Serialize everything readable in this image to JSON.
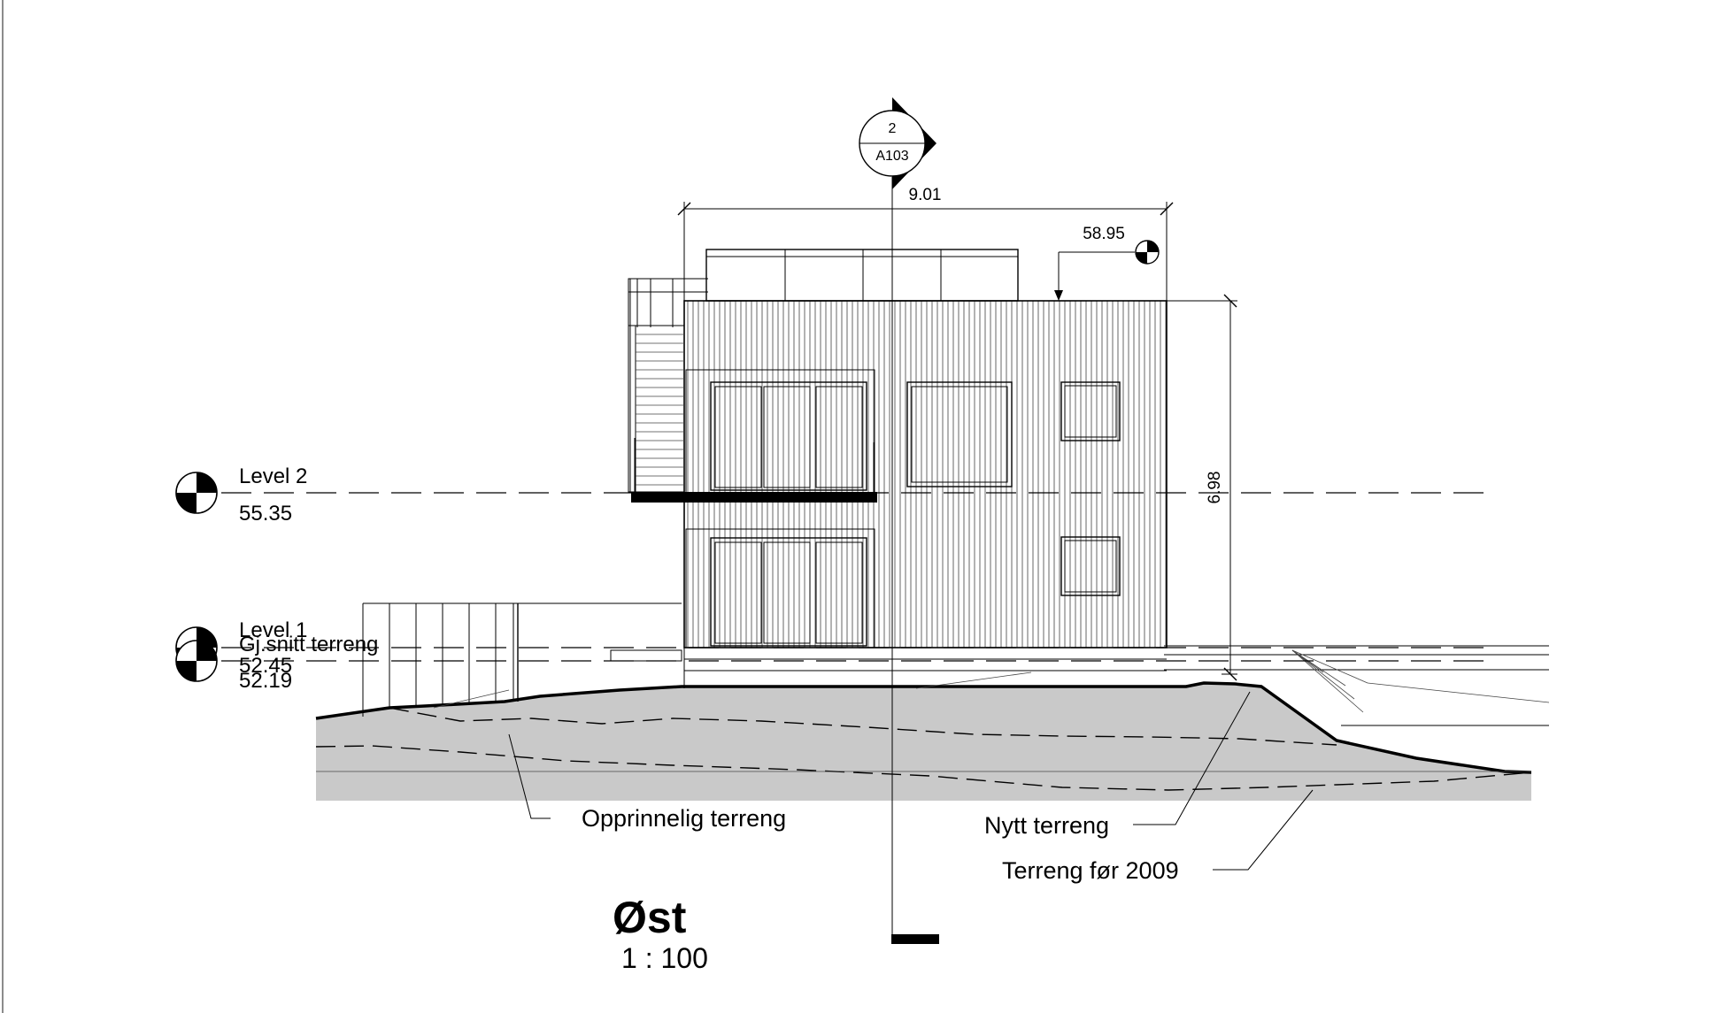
{
  "view": {
    "title": "Øst",
    "scale": "1 : 100"
  },
  "section_marker": {
    "number": "2",
    "sheet": "A103"
  },
  "dimensions": {
    "width": "9.01",
    "height": "6.98",
    "roof_spot_elevation": "58.95"
  },
  "levels": [
    {
      "name": "Level 2",
      "elevation": "55.35"
    },
    {
      "name": "Level 1",
      "elevation": "52.45"
    },
    {
      "name": "Gj.snitt terreng",
      "elevation": "52.19"
    }
  ],
  "callouts": {
    "original_terrain": "Opprinnelig terreng",
    "new_terrain": "Nytt terreng",
    "terrain_before_2009": "Terreng før 2009"
  },
  "colors": {
    "line": "#000000",
    "ground_fill": "#c9c9c9",
    "background": "#ffffff"
  }
}
